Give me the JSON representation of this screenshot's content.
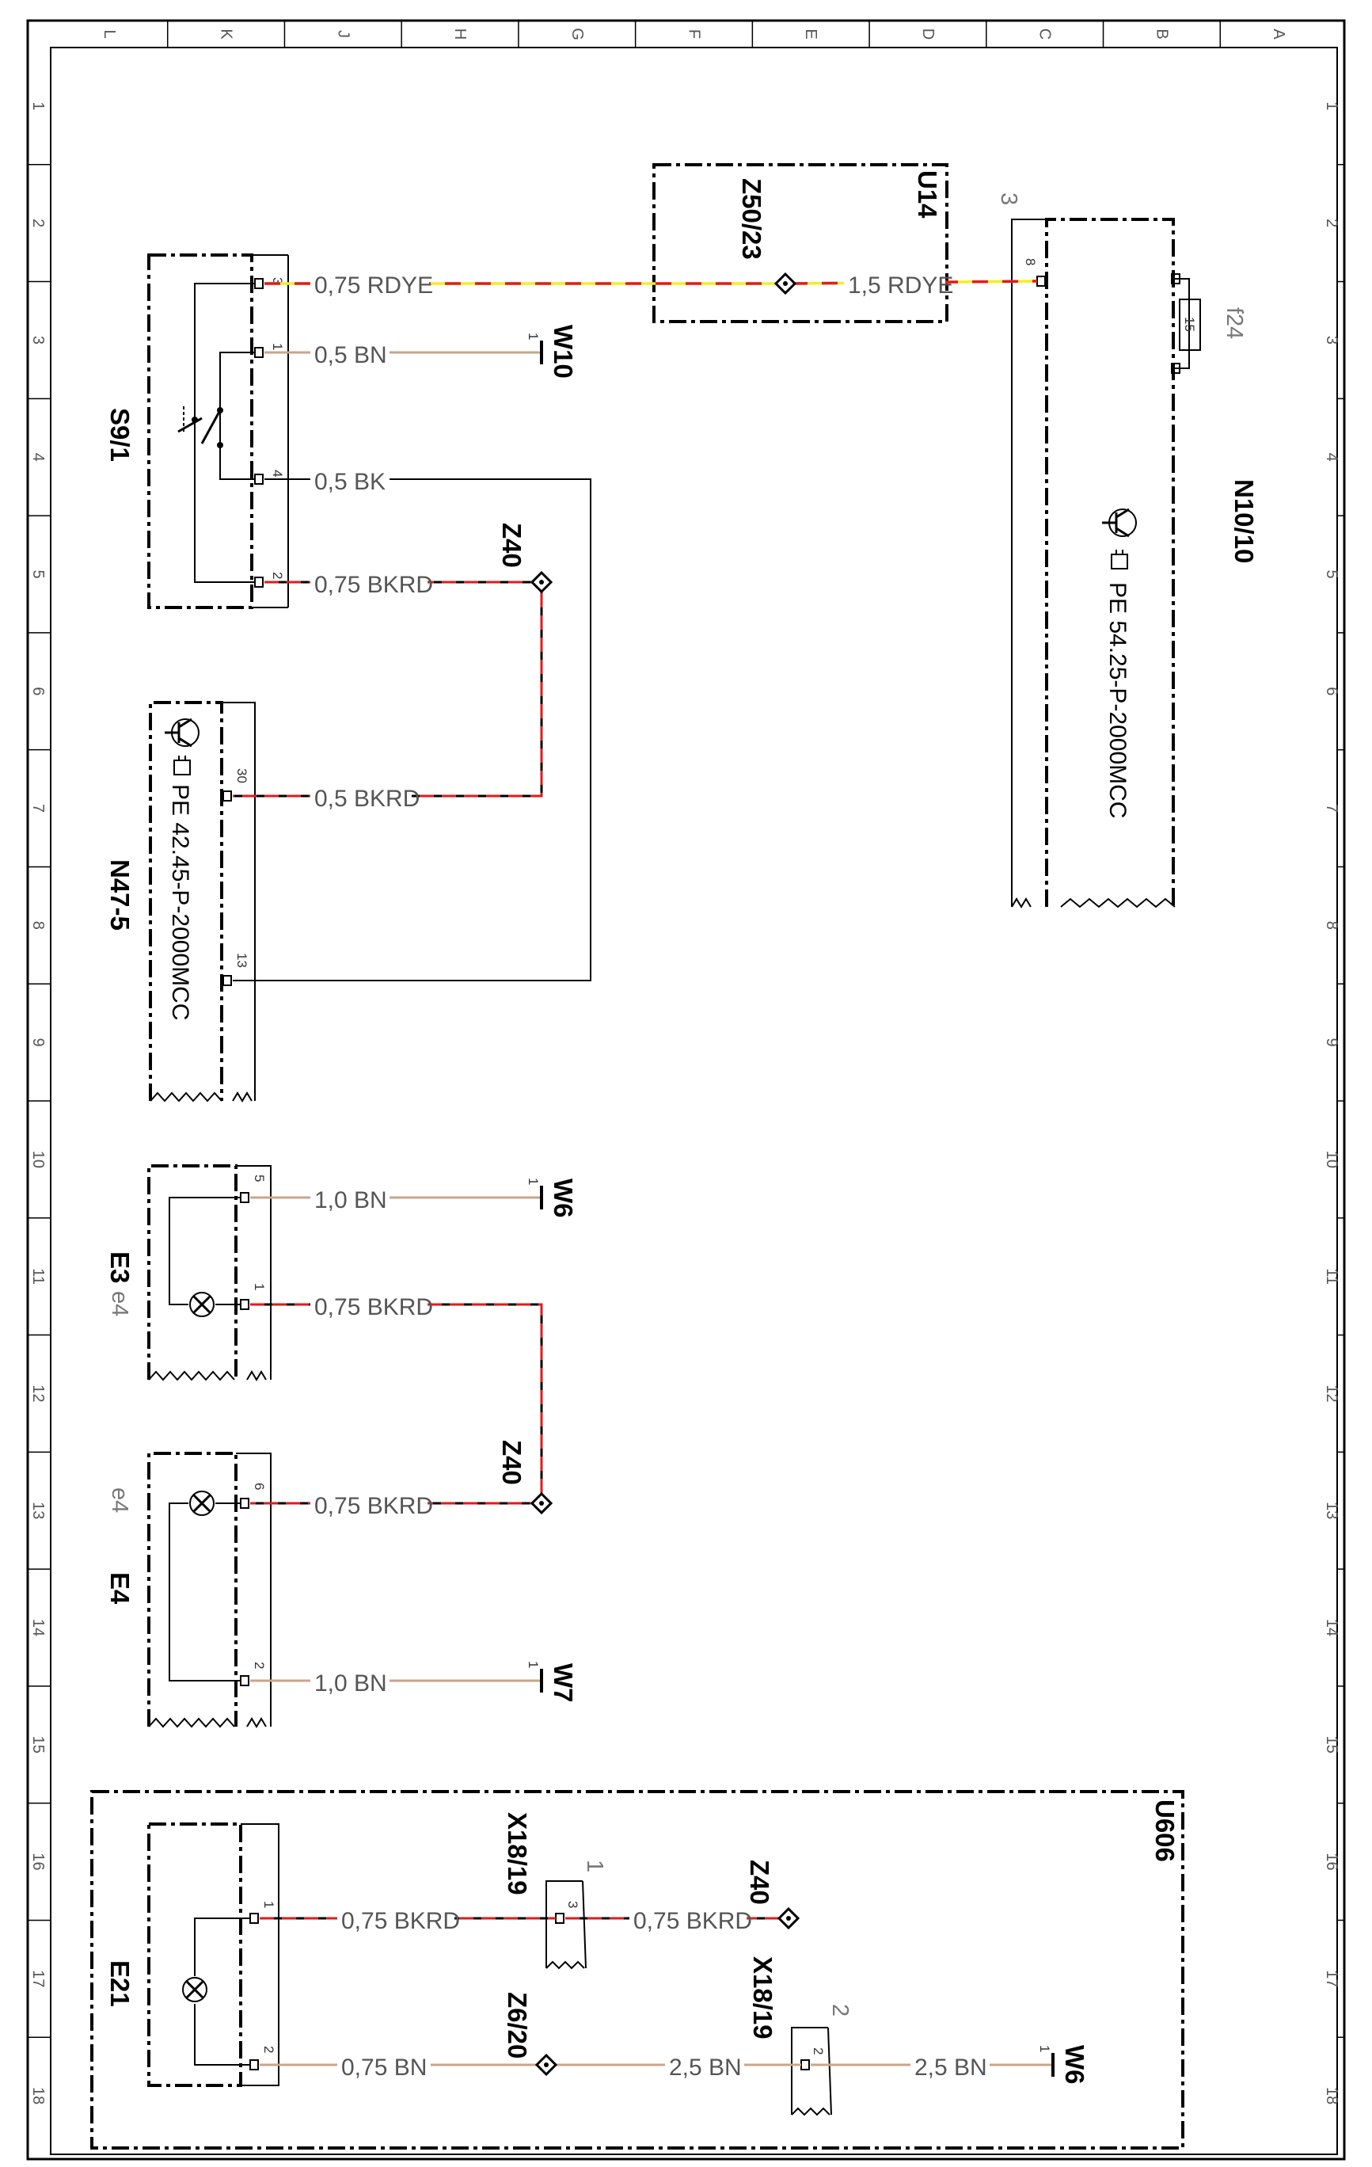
{
  "border": {
    "letters": [
      "L",
      "K",
      "J",
      "H",
      "G",
      "F",
      "E",
      "D",
      "C",
      "B",
      "A"
    ],
    "numbers": [
      "1",
      "2",
      "3",
      "4",
      "5",
      "6",
      "7",
      "8",
      "9",
      "10",
      "11",
      "12",
      "13",
      "14",
      "15",
      "16",
      "17",
      "18"
    ]
  },
  "components": {
    "S9_1": "S9/1",
    "N47_5": "N47-5",
    "N47_5_ref": "PE 42.45-P-2000MCC",
    "N10_10": "N10/10",
    "N10_10_ref": "PE 54.25-P-2000MCC",
    "U14": "U14",
    "Z50_23": "Z50/23",
    "f24": "f24",
    "f24_rating": "15",
    "E3": "E3",
    "E3_ref": "e4",
    "E4": "E4",
    "E4_ref": "e4",
    "E21": "E21",
    "U606": "U606",
    "X18_19": "X18/19",
    "X18_19_b": "X18/19",
    "Z6_20": "Z6/20",
    "Z40_a": "Z40",
    "Z40_b": "Z40",
    "Z40_c": "Z40",
    "W10": "W10",
    "W6_a": "W6",
    "W7": "W7",
    "W6_b": "W6"
  },
  "pins": {
    "s9_3": "3",
    "s9_1": "1",
    "s9_4": "4",
    "s9_2": "2",
    "n47_30": "30",
    "n47_13": "13",
    "n10_8": "8",
    "n10_conn": "3",
    "e3_5": "5",
    "e3_1": "1",
    "e4_6": "6",
    "e4_2": "2",
    "e21_1": "1",
    "e21_2": "2",
    "x18_3": "3",
    "x18_1": "1",
    "x18b_2": "2",
    "x18b_top": "2",
    "w10": "1",
    "w6a": "1",
    "w7": "1",
    "w6b": "1"
  },
  "wires": {
    "w1": "0,75 RDYE",
    "w2": "1,5 RDYE",
    "w3": "0,5 BN",
    "w4": "0,5 BK",
    "w5": "0,75 BKRD",
    "w6": "0,5 BKRD",
    "w7": "1,0 BN",
    "w8": "0,75 BKRD",
    "w9": "0,75 BKRD",
    "w10": "1,0 BN",
    "w11": "0,75 BKRD",
    "w12": "0,75 BKRD",
    "w13": "0,75 BN",
    "w14": "2,5 BN",
    "w15": "2,5 BN"
  }
}
